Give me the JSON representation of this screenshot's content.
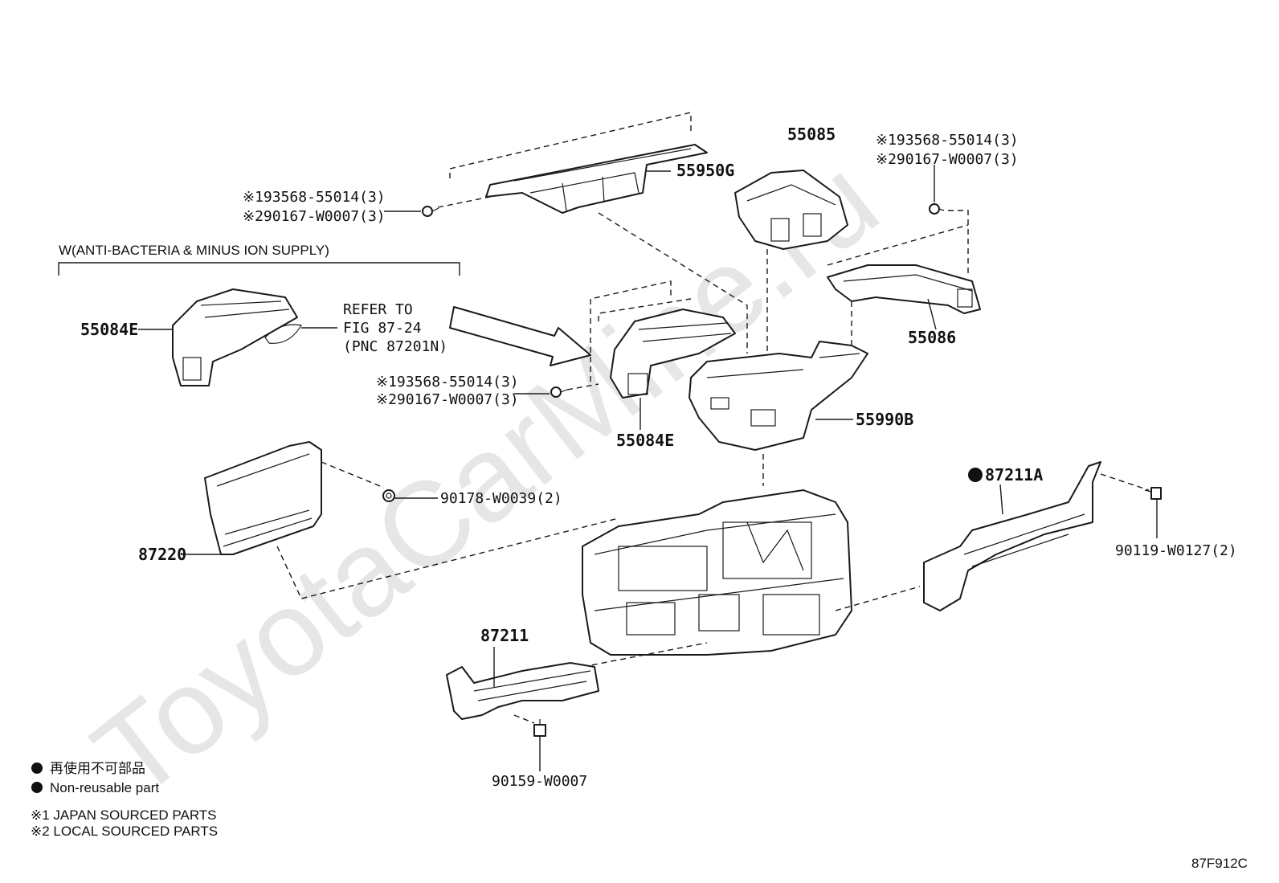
{
  "watermark": "ToyotaCarMine.ru",
  "group_label": "W(ANTI-BACTERIA & MINUS ION SUPPLY)",
  "refer": {
    "line1": "REFER TO",
    "line2": "FIG 87-24",
    "line3": "(PNC 87201N)"
  },
  "parts": {
    "p55950G": "55950G",
    "p55085": "55085",
    "p55086": "55086",
    "p55084E_left": "55084E",
    "p55084E_center": "55084E",
    "p55990B": "55990B",
    "p87211A": "87211A",
    "p87220": "87220",
    "p87211": "87211"
  },
  "fasteners": {
    "top_a": "※193568-55014(3)",
    "top_b": "※290167-W0007(3)",
    "right_a": "※193568-55014(3)",
    "right_b": "※290167-W0007(3)",
    "mid_a": "※193568-55014(3)",
    "mid_b": "※290167-W0007(3)",
    "nut": "90178-W0039(2)",
    "bolt_right": "90119-W0127(2)",
    "bolt_bottom": "90159-W0007"
  },
  "legend": {
    "jp": "再使用不可部品",
    "en": "Non-reusable part",
    "note1": "※1 JAPAN SOURCED PARTS",
    "note2": "※2 LOCAL SOURCED PARTS"
  },
  "figure_code": "87F912C"
}
